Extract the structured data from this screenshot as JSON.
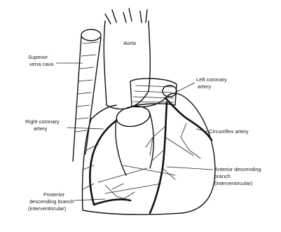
{
  "labels": {
    "aorta": "Aorta",
    "superior_vena_cava": [
      "Superior",
      "vena cava"
    ],
    "left_coronary_artery": [
      "Left coronary",
      "artery"
    ],
    "right_coronary_artery": [
      "Right coronary",
      "artery"
    ],
    "circumflex_artery": "Circumflex artery",
    "anterior_descending_branch": [
      "Anterior descending",
      "branch",
      "(interventricular)"
    ],
    "posterior_descending_branch": [
      "Posterior",
      "descending branch",
      "(interventricular)"
    ]
  }
}
